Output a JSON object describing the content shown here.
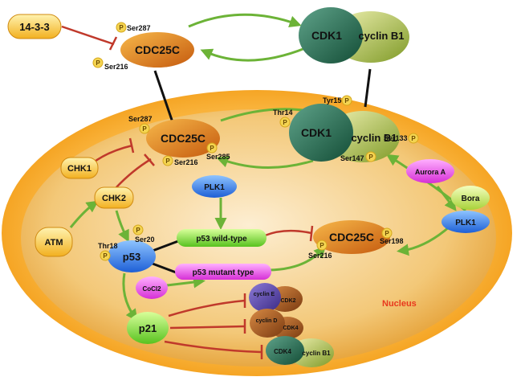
{
  "nodes": {
    "n1433": "14-3-3",
    "cdc25c_top": "CDC25C",
    "cdk1_top": "CDK1",
    "cyclinb1_top": "cyclin B1",
    "cdc25c_in": "CDC25C",
    "cdk1_in": "CDK1",
    "cyclinb1_in": "cyclin B1",
    "chk1": "CHK1",
    "chk2": "CHK2",
    "atm": "ATM",
    "plk1_a": "PLK1",
    "aurora": "Aurora A",
    "bora": "Bora",
    "plk1_b": "PLK1",
    "p53": "p53",
    "p53wt": "p53 wild-type",
    "p53mut": "p53 mutant type",
    "cocl2": "CoCl2",
    "cdc25c_r": "CDC25C",
    "p21": "p21",
    "cyce": "cyclin E",
    "cdk2": "CDK2",
    "cycd": "cyclin D",
    "cdk4a": "CDK4",
    "cdk4b": "CDK4",
    "cycb1b": "cyclin B1",
    "nucleus": "Nucleus"
  },
  "sites": {
    "ser287_top": "Ser287",
    "ser216_top": "Ser216",
    "ser287_in": "Ser287",
    "ser285_in": "Ser285",
    "ser216_in": "Ser216",
    "thr14": "Thr14",
    "tyr15": "Tyr15",
    "ser133": "Ser133",
    "ser147": "Ser147",
    "thr18": "Thr18",
    "ser20": "Ser20",
    "ser216_r": "Ser216",
    "ser198_r": "Ser198"
  },
  "p": "P",
  "colors": {
    "activation": "#6cb337",
    "inhibition": "#c0392b",
    "nucleus_fill": "#e8ab3c",
    "cell_fill": "#f6a51d",
    "label": "#e8391d"
  }
}
